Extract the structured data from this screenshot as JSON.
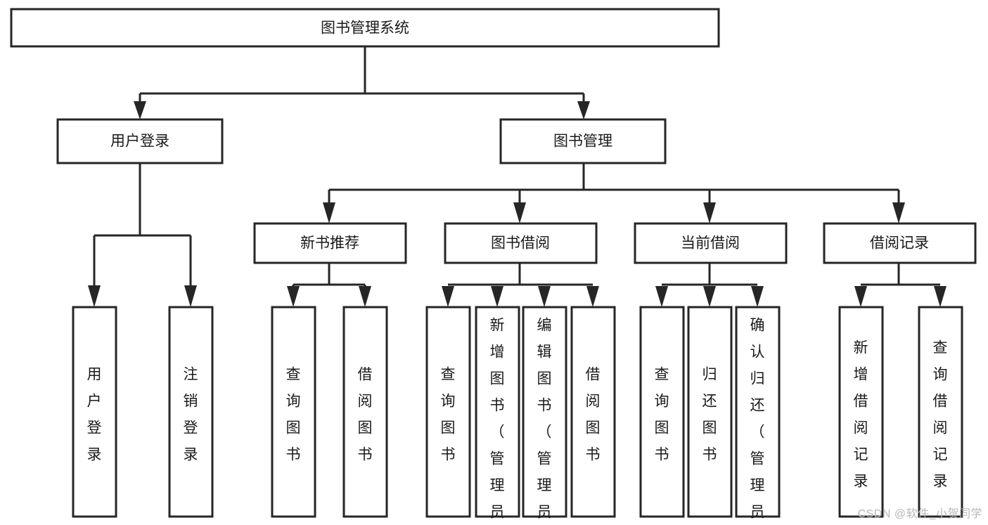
{
  "diagram": {
    "type": "hierarchy-tree",
    "title": "图书管理系统",
    "root": {
      "id": "root",
      "label": "图书管理系统"
    },
    "level2": [
      {
        "id": "user-login",
        "label": "用户登录"
      },
      {
        "id": "book-manage",
        "label": "图书管理"
      }
    ],
    "level3": [
      {
        "id": "new-book-recommend",
        "label": "新书推荐",
        "parent": "book-manage"
      },
      {
        "id": "book-borrow",
        "label": "图书借阅",
        "parent": "book-manage"
      },
      {
        "id": "current-borrow",
        "label": "当前借阅",
        "parent": "book-manage"
      },
      {
        "id": "borrow-record",
        "label": "借阅记录",
        "parent": "book-manage"
      }
    ],
    "leaves": [
      {
        "id": "leaf-user-login",
        "label": "用户登录",
        "parent": "user-login"
      },
      {
        "id": "leaf-user-logout",
        "label": "注销登录",
        "parent": "user-login"
      },
      {
        "id": "leaf-query-book-1",
        "label": "查询图书",
        "parent": "new-book-recommend"
      },
      {
        "id": "leaf-borrow-book-1",
        "label": "借阅图书",
        "parent": "new-book-recommend"
      },
      {
        "id": "leaf-query-book-2",
        "label": "查询图书",
        "parent": "book-borrow"
      },
      {
        "id": "leaf-add-book",
        "label": "新增图书（管理员）",
        "parent": "book-borrow"
      },
      {
        "id": "leaf-edit-book",
        "label": "编辑图书（管理员）",
        "parent": "book-borrow"
      },
      {
        "id": "leaf-borrow-book-2",
        "label": "借阅图书",
        "parent": "book-borrow"
      },
      {
        "id": "leaf-query-book-3",
        "label": "查询图书",
        "parent": "current-borrow"
      },
      {
        "id": "leaf-return-book",
        "label": "归还图书",
        "parent": "current-borrow"
      },
      {
        "id": "leaf-confirm-return",
        "label": "确认归还（管理员）",
        "parent": "current-borrow"
      },
      {
        "id": "leaf-add-record",
        "label": "新增借阅记录",
        "parent": "borrow-record"
      },
      {
        "id": "leaf-query-record",
        "label": "查询借阅记录",
        "parent": "borrow-record"
      }
    ],
    "colors": {
      "stroke": "#262626",
      "fill": "#ffffff",
      "text": "#1a1a1a",
      "watermark": "#b8b8b8"
    }
  },
  "watermark": {
    "text": "CSDN @软件_小贺同学"
  }
}
